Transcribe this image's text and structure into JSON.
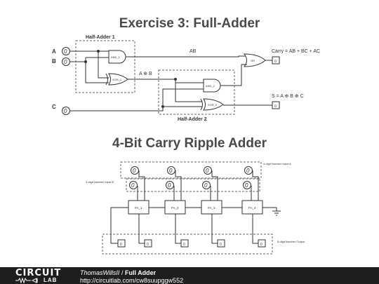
{
  "title_full_adder": "Exercise 3: Full-Adder",
  "title_ripple": "4-Bit Carry Ripple Adder",
  "full_adder": {
    "half_adder_1_label": "Half-Adder 1",
    "half_adder_2_label": "Half-Adder 2",
    "input_a_label": "A",
    "input_b_label": "B",
    "input_c_label": "C",
    "input_value": "0",
    "output_value": "0",
    "gates": {
      "and1": "AND_1",
      "xor1": "XOR_1",
      "and2": "AND_2",
      "xor2": "XOR_2",
      "or": "OR"
    },
    "wire_ab_label": "AB",
    "wire_axorb_label": "A ⊕ B",
    "carry_label": "Carry = AB + BC + AC",
    "sum_label": "S = A ⊕ B ⊕ C"
  },
  "ripple_adder": {
    "input_a_group_label": "4-digit Number Input A",
    "input_b_group_label": "4-digit Number Input B",
    "output_group_label": "5-digit Number Output",
    "blocks": [
      "FA_1",
      "FA_2",
      "FA_3",
      "FA_4"
    ],
    "input_value": "0",
    "output_value": "0"
  },
  "footer": {
    "logo_top": "CIRCUIT",
    "logo_bottom": "LAB",
    "author": "ThomasWillsII",
    "separator": "/",
    "circuit_name": "Full Adder",
    "url": "http://circuitlab.com/cw8suupggw552"
  }
}
